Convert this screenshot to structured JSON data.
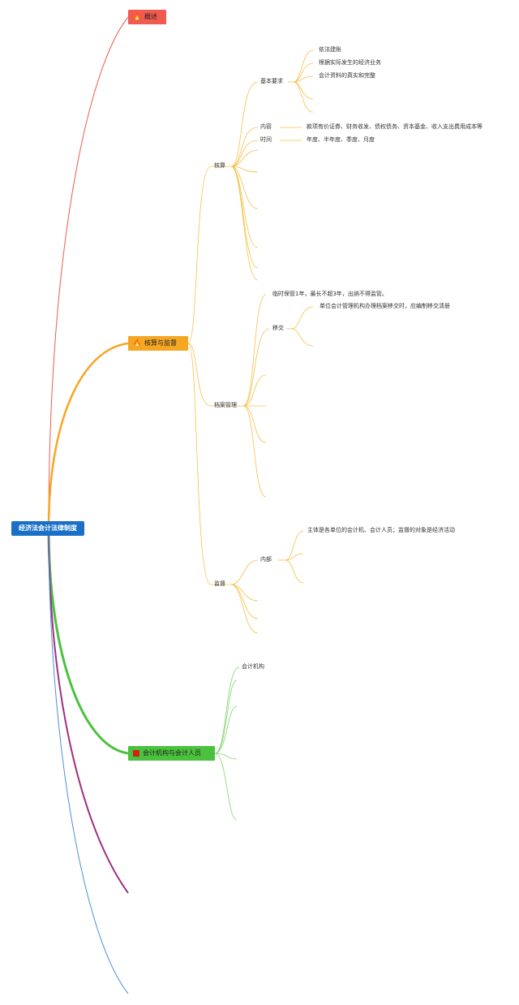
{
  "root": {
    "label": "经济法会计法律制度"
  },
  "colors": {
    "root": "#1a6fc7",
    "branch_overview": "#f05a4f",
    "branch_accounting": "#f5a623",
    "branch_staff": "#4bc23d",
    "branch_purple": "#a03080",
    "branch_blue": "#4a90d9"
  },
  "branches": {
    "overview": {
      "label": "概述",
      "icon": "fire-icon"
    },
    "accounting": {
      "label": "核算与监督",
      "icon": "fire-icon"
    },
    "staff": {
      "label": "会计机构与会计人员",
      "icon": "flag-icon"
    }
  },
  "nodes": {
    "hesuan": "核算",
    "basic_req": "基本要求",
    "req_1": "依法建账",
    "req_2": "根据实际发生的经济业务",
    "req_3": "会计资料的真实和完整",
    "content": "内容",
    "content_text": "款项有价证券、财务收发、债权债务、资本基金、收入支出费用成本等",
    "time": "时间",
    "time_text": "年度、半年度、季度、月度",
    "archive": "档案管理",
    "archive_keep": "临时保管1年，最长不超3年，出纳不得监管。",
    "transfer": "移交",
    "transfer_text": "单位会计管理机构办理档案移交时，应编制移交清册",
    "supervise": "监督",
    "internal": "内部",
    "internal_text": "主体是各单位的会计机、会计人员；监督的对象是经济活动",
    "acct_org": "会计机构"
  }
}
